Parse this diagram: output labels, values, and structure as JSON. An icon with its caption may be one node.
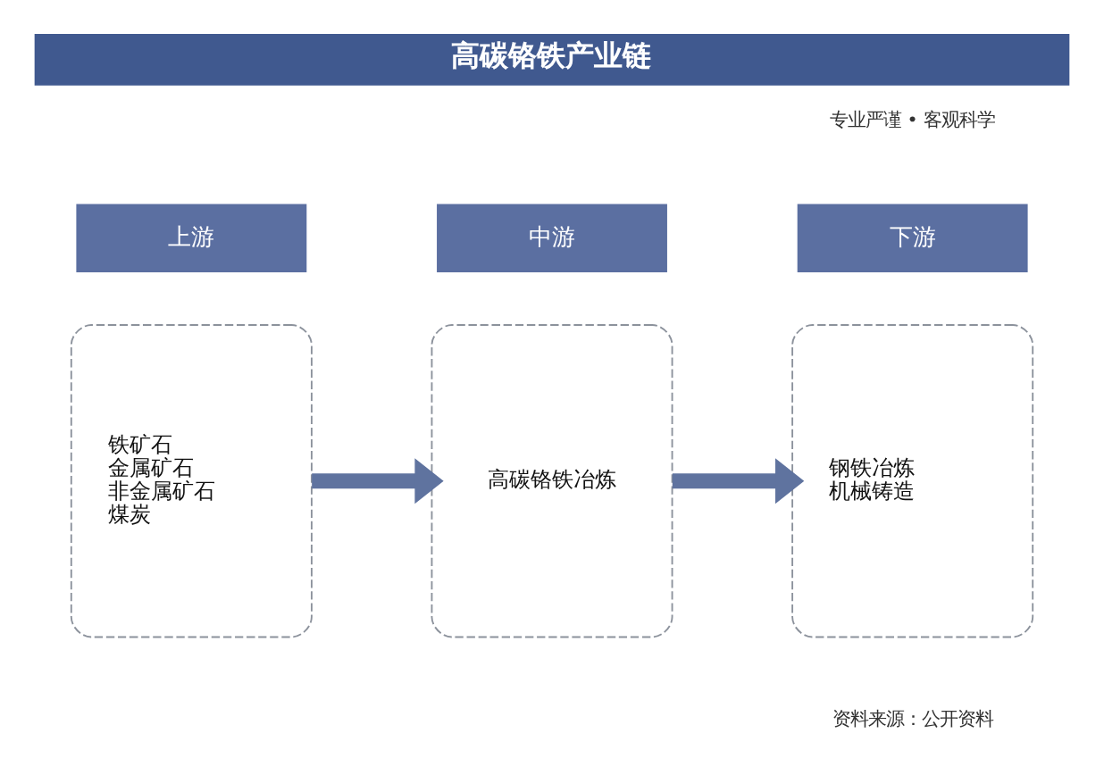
{
  "diagram": {
    "title": "高碳铬铁产业链",
    "nodes": [
      {
        "text": [
          "上游"
        ]
      },
      {
        "text": [
          "中游"
        ]
      },
      {
        "text": [
          "下游"
        ]
      },
      {
        "text": [
          "铁矿石",
          "金属矿石",
          "非金属矿石",
          "煤炭"
        ]
      },
      {
        "text": [
          "高碳铬铁冶炼"
        ]
      },
      {
        "text": [
          "钢铁冶炼",
          "机械铸造"
        ]
      }
    ],
    "edges": [
      {
        "from": 3,
        "to": 4,
        "arrow": "to"
      },
      {
        "from": 4,
        "to": 5,
        "arrow": "to"
      }
    ],
    "labels": [
      "专业严谨 • 客观科学",
      "资料来源：公开资料"
    ]
  }
}
